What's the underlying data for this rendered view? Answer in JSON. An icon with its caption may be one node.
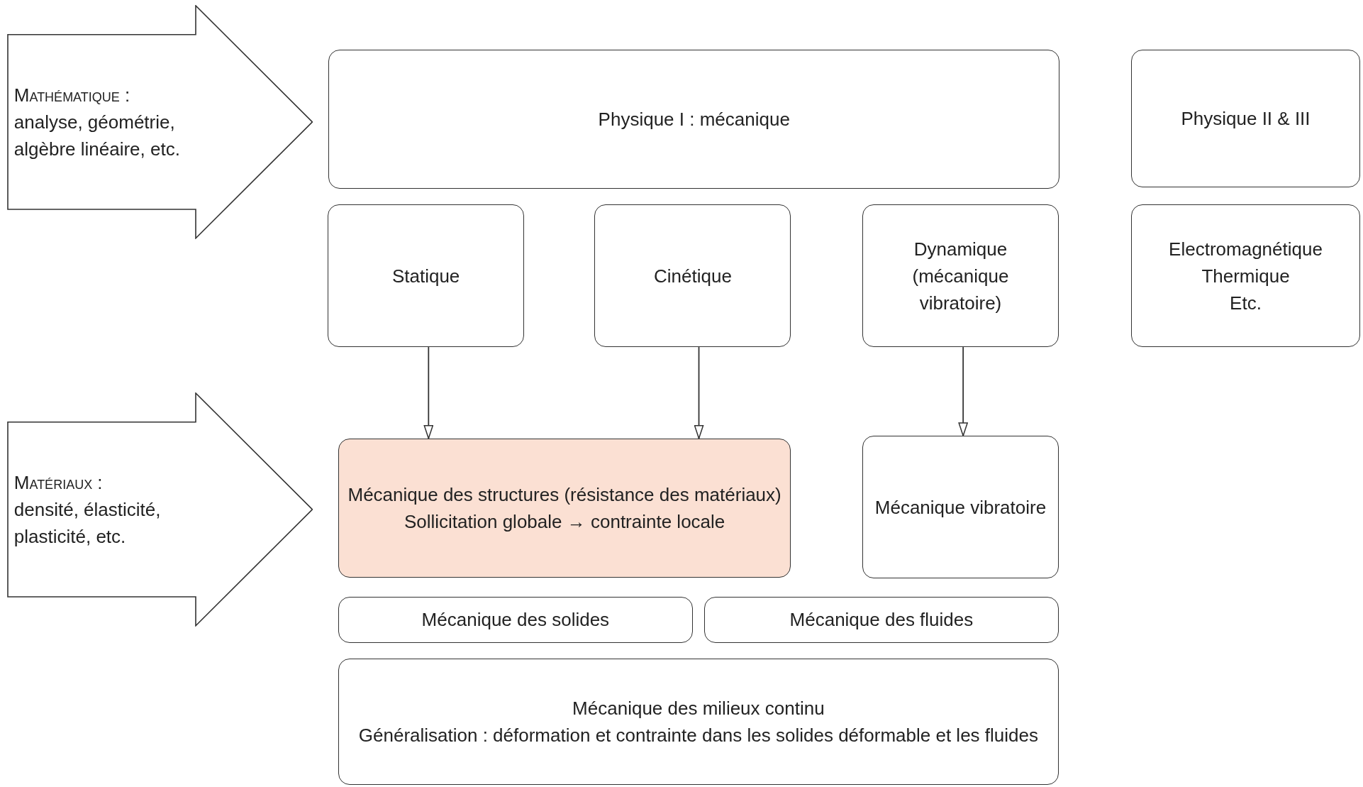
{
  "diagram": {
    "nodes": [
      {
        "text": [
          "Mathématique :",
          "analyse, géométrie, algèbre linéaire, etc."
        ]
      },
      {
        "text": [
          "Physique I : mécanique"
        ]
      },
      {
        "text": [
          "Physique II & III"
        ]
      },
      {
        "text": [
          "Statique"
        ]
      },
      {
        "text": [
          "Cinétique"
        ]
      },
      {
        "text": [
          "Dynamique (mécanique vibratoire)"
        ]
      },
      {
        "text": [
          "Electromagnétique",
          "Thermique",
          "Etc."
        ]
      },
      {
        "text": [
          "Matériaux :",
          "densité, élasticité, plasticité, etc."
        ]
      },
      {
        "text": [
          "Mécanique des structures (résistance des matériaux)",
          "Sollicitation globale → contrainte locale"
        ]
      },
      {
        "text": [
          "Mécanique vibratoire"
        ]
      },
      {
        "text": [
          "Mécanique des solides"
        ]
      },
      {
        "text": [
          "Mécanique des fluides"
        ]
      },
      {
        "text": [
          "Mécanique des milieux continu",
          "Généralisation  : déformation et contrainte dans les solides déformable et les fluides"
        ]
      }
    ],
    "edges": [
      {
        "from": 3,
        "to": 8,
        "arrow": "to"
      },
      {
        "from": 4,
        "to": 8,
        "arrow": "to"
      },
      {
        "from": 5,
        "to": 9,
        "arrow": "to"
      }
    ]
  }
}
